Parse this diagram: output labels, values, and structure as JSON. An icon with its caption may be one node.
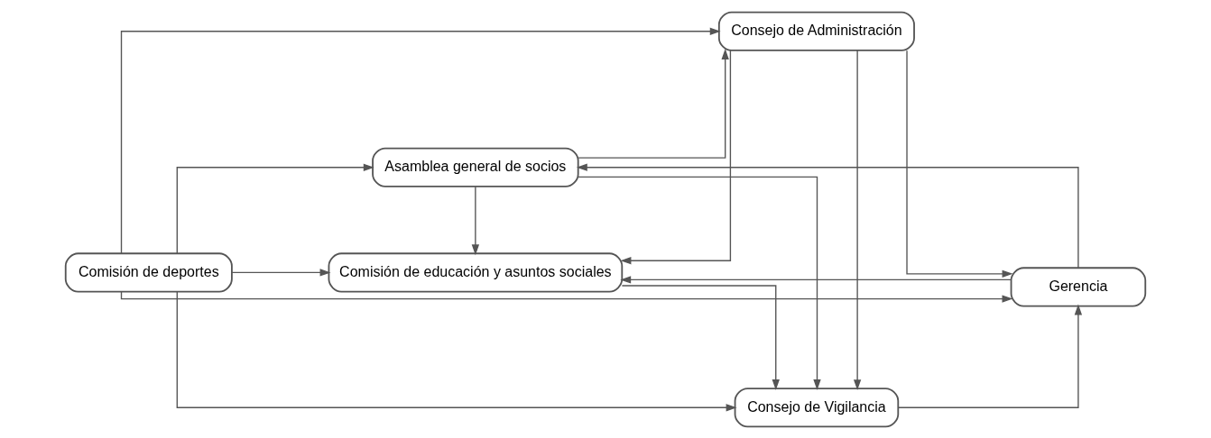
{
  "diagram": {
    "nodes": [
      {
        "text": [
          "Asamblea general de socios"
        ]
      },
      {
        "text": [
          "Consejo de Administración"
        ]
      },
      {
        "text": [
          "Comisión de deportes"
        ]
      },
      {
        "text": [
          "Gerencia"
        ]
      },
      {
        "text": [
          "Comisión de educación y asuntos sociales"
        ]
      },
      {
        "text": [
          "Consejo de Vigilancia"
        ]
      }
    ],
    "edges": [
      {
        "from": 2,
        "to": 0,
        "arrow": "to"
      },
      {
        "from": 2,
        "to": 4,
        "arrow": "to"
      },
      {
        "from": 0,
        "to": 1,
        "arrow": "to"
      },
      {
        "from": 1,
        "to": 3,
        "arrow": "to"
      },
      {
        "from": 2,
        "to": 3,
        "arrow": "to"
      },
      {
        "from": 2,
        "to": 1,
        "arrow": "to"
      },
      {
        "from": 3,
        "to": 0,
        "arrow": "to"
      },
      {
        "from": 0,
        "to": 5,
        "arrow": "to"
      },
      {
        "from": 0,
        "to": 4,
        "arrow": "to"
      },
      {
        "from": 1,
        "to": 4,
        "arrow": "to"
      },
      {
        "from": 1,
        "to": 5,
        "arrow": "to"
      },
      {
        "from": 2,
        "to": 5,
        "arrow": "to"
      },
      {
        "from": 3,
        "to": 4,
        "arrow": "to"
      },
      {
        "from": 4,
        "to": 5,
        "arrow": "to"
      },
      {
        "from": 5,
        "to": 3,
        "arrow": "to"
      }
    ]
  }
}
